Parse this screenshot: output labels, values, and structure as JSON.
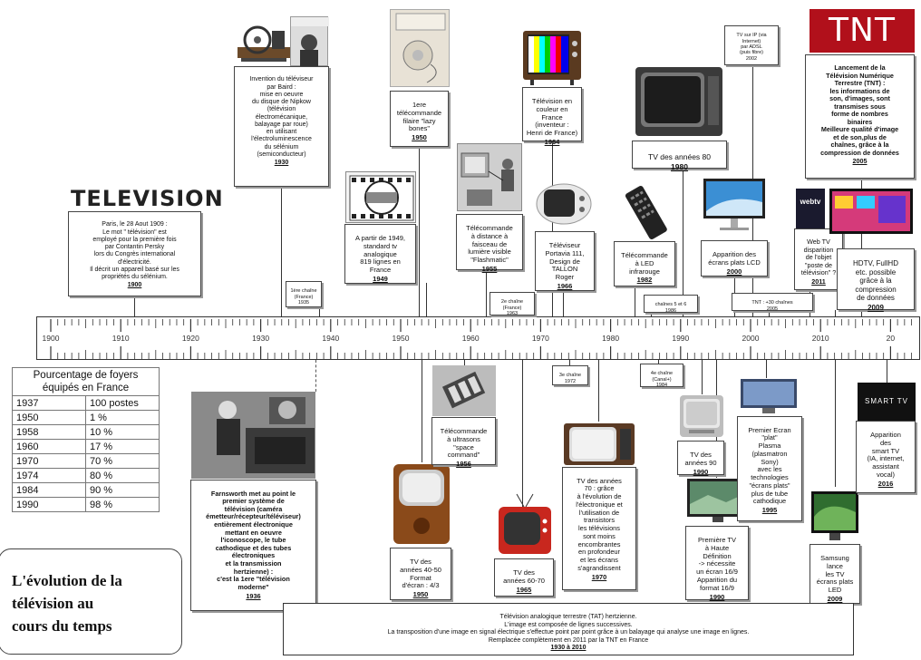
{
  "logos": {
    "television": "TELEVISION",
    "tnt": "TNT",
    "smart_tv": "SMART TV",
    "webtv": "webtv"
  },
  "events": {
    "word_1909": {
      "text": "Paris, le 28 Aout 1909 :\nLe mot \" télévision\" est\nemployé pour la première fois\npar Contantin Persky\nlors du Congrès international\nd'électricité.\nIl décrit un appareil basé sur les\npropriétés du sélénium.",
      "year": "1900"
    },
    "baird_1930": {
      "text": "Invention du téléviseur\npar Baird :\nmise en oeuvre\ndu disque de Nipkow\n(télévision\nélectromécanique,\nbalayage par roue)\nen utilisant\nl'électroluminescence\ndu sélénium\n(semiconducteur)",
      "year": "1930"
    },
    "tv_1949": {
      "text": "A partir de 1949,\nstandard tv\nanalogique\n819 lignes en\nFrance",
      "year": "1949"
    },
    "lazy_bones": {
      "text": "1ere\ntélécommande\nfilaire \"lazy\nbones\"",
      "year": "1950"
    },
    "flashmatic": {
      "text": "Télécommande\nà distance à\nfaisceau de\nlumière visible\n\"Flashmatic\"",
      "year": "1955"
    },
    "color_tv": {
      "text": "Télévision en\ncouleur en France\n(inventeur :\nHenri de France)",
      "year": "1964"
    },
    "portavia": {
      "text": "Téléviseur\nPortavia 111,\nDesign de\nTALLON\nRoger",
      "year": "1966"
    },
    "led_remote": {
      "text": "Télécommande\nà LED\ninfrarouge",
      "year": "1982"
    },
    "tv_80": {
      "text": "TV des années 80",
      "year": "1980"
    },
    "lcd": {
      "text": "Apparition des\nécrans plats LCD",
      "year": "2000"
    },
    "web_tv": {
      "text": "Web TV\ndisparition\nde l'objet\n\"poste de\ntélévision\" ?",
      "year": "2011"
    },
    "hdtv": {
      "text": "HDTV, FullHD\netc. possible\ngrâce à la\ncompression\nde données",
      "year": "2009"
    },
    "tnt": {
      "text": "Lancement de la\nTélévision Numérique\nTerrestre (TNT) :\nles informations de\nson, d'images, sont\ntransmises sous\nforme de nombres\nbinaires\nMeilleure qualité d'image\net de son,plus de\nchaînes, grâce à la\ncompression de données",
      "year": "2005"
    },
    "farnsworth": {
      "text": "Farnsworth met au point le\npremier système de\ntélévision (caméra\németteur/récepteur/téléviseur)\nentièrement électronique\nmettant en oeuvre\nl'iconoscope, le tube\ncathodique et des tubes\nélectroniques\net la transmission\nhertzienne) :\nc'est la 1ere \"télévision\nmoderne\"",
      "year": "1936"
    },
    "tv_40_50": {
      "text": "TV des\nannées 40-50\nFormat\nd'écran : 4/3",
      "year": "1950"
    },
    "space_command": {
      "text": "Télécommande\nà ultrasons\n\"space\ncommand\"",
      "year": "1956"
    },
    "tv_60_70": {
      "text": "TV des\nannées 60-70",
      "year": "1965"
    },
    "tv_70": {
      "text": "TV des années\n70 : grâce\nà l'évolution de\nl'électronique et\nl'utilisation de\ntransistors\nles télévisions\nsont moins\nencombrantes\nen profondeur\net les écrans\ns'agrandissent",
      "year": "1970"
    },
    "tv_90": {
      "text": "TV des\nannées 90",
      "year": "1990"
    },
    "hd": {
      "text": "Première TV\nà Haute\nDéfinition\n-> nécessite\nun écran 16/9\nApparition du\nformat 16/9",
      "year": "1990"
    },
    "plasma": {
      "text": "Premier Ecran\n\"plat\"\nPlasma\n(plasmatron\nSony)\navec les\ntechnologies\n\"écrans plats\"\nplus de tube\ncathodique",
      "year": "1995"
    },
    "samsung": {
      "text": "Samsung\nlance\nles TV\nécrans plats\nLED",
      "year": "2009"
    },
    "smart_tv": {
      "text": "Apparition\ndes\nsmart TV\n(IA, internet,\nassistant\nvocal)",
      "year": "2016"
    }
  },
  "tags": {
    "ch1": {
      "text": "1ère chaîne\n(France)",
      "year": "1935"
    },
    "ch2": {
      "text": "2e chaîne\n(France)",
      "year": "1963"
    },
    "ch3": {
      "text": "3e chaîne",
      "year": "1972"
    },
    "ch4": {
      "text": "4e chaîne\n(Canal+)",
      "year": "1984"
    },
    "ch5_6": {
      "text": "chaînes 5 et 6",
      "year": "1986"
    },
    "tnt_30": {
      "text": "TNT : +30 chaînes",
      "year": "2005"
    },
    "tv_ip": {
      "text": "TV sur IP (via\nInternet)\npar ADSL\n(puis fibre)",
      "year": "2002"
    }
  },
  "timeline": {
    "labels": [
      "1900",
      "1910",
      "1920",
      "1930",
      "1940",
      "1950",
      "1960",
      "1970",
      "1980",
      "1990",
      "2000",
      "2010",
      "20"
    ]
  },
  "table": {
    "header": "Pourcentage de foyers\néquipés en France",
    "rows": [
      [
        "1937",
        "100 postes"
      ],
      [
        "1950",
        "1 %"
      ],
      [
        "1958",
        "10 %"
      ],
      [
        "1960",
        "17 %"
      ],
      [
        "1970",
        "70 %"
      ],
      [
        "1974",
        "80 %"
      ],
      [
        "1984",
        "90 %"
      ],
      [
        "1990",
        "98 %"
      ]
    ]
  },
  "title": "L'évolution de la\ntélévision au\ncours du temps",
  "tat": {
    "text": "Télévision analogique terrestre (TAT) hertzienne.\nL'image est composée de lignes successives.\nLa transposition d'une image en signal électrique s'effectue point par point grâce à un balayage qui analyse une image en lignes.\nRemplacée complètement en 2011 par la TNT en France",
    "year": "1930 à 2010"
  }
}
